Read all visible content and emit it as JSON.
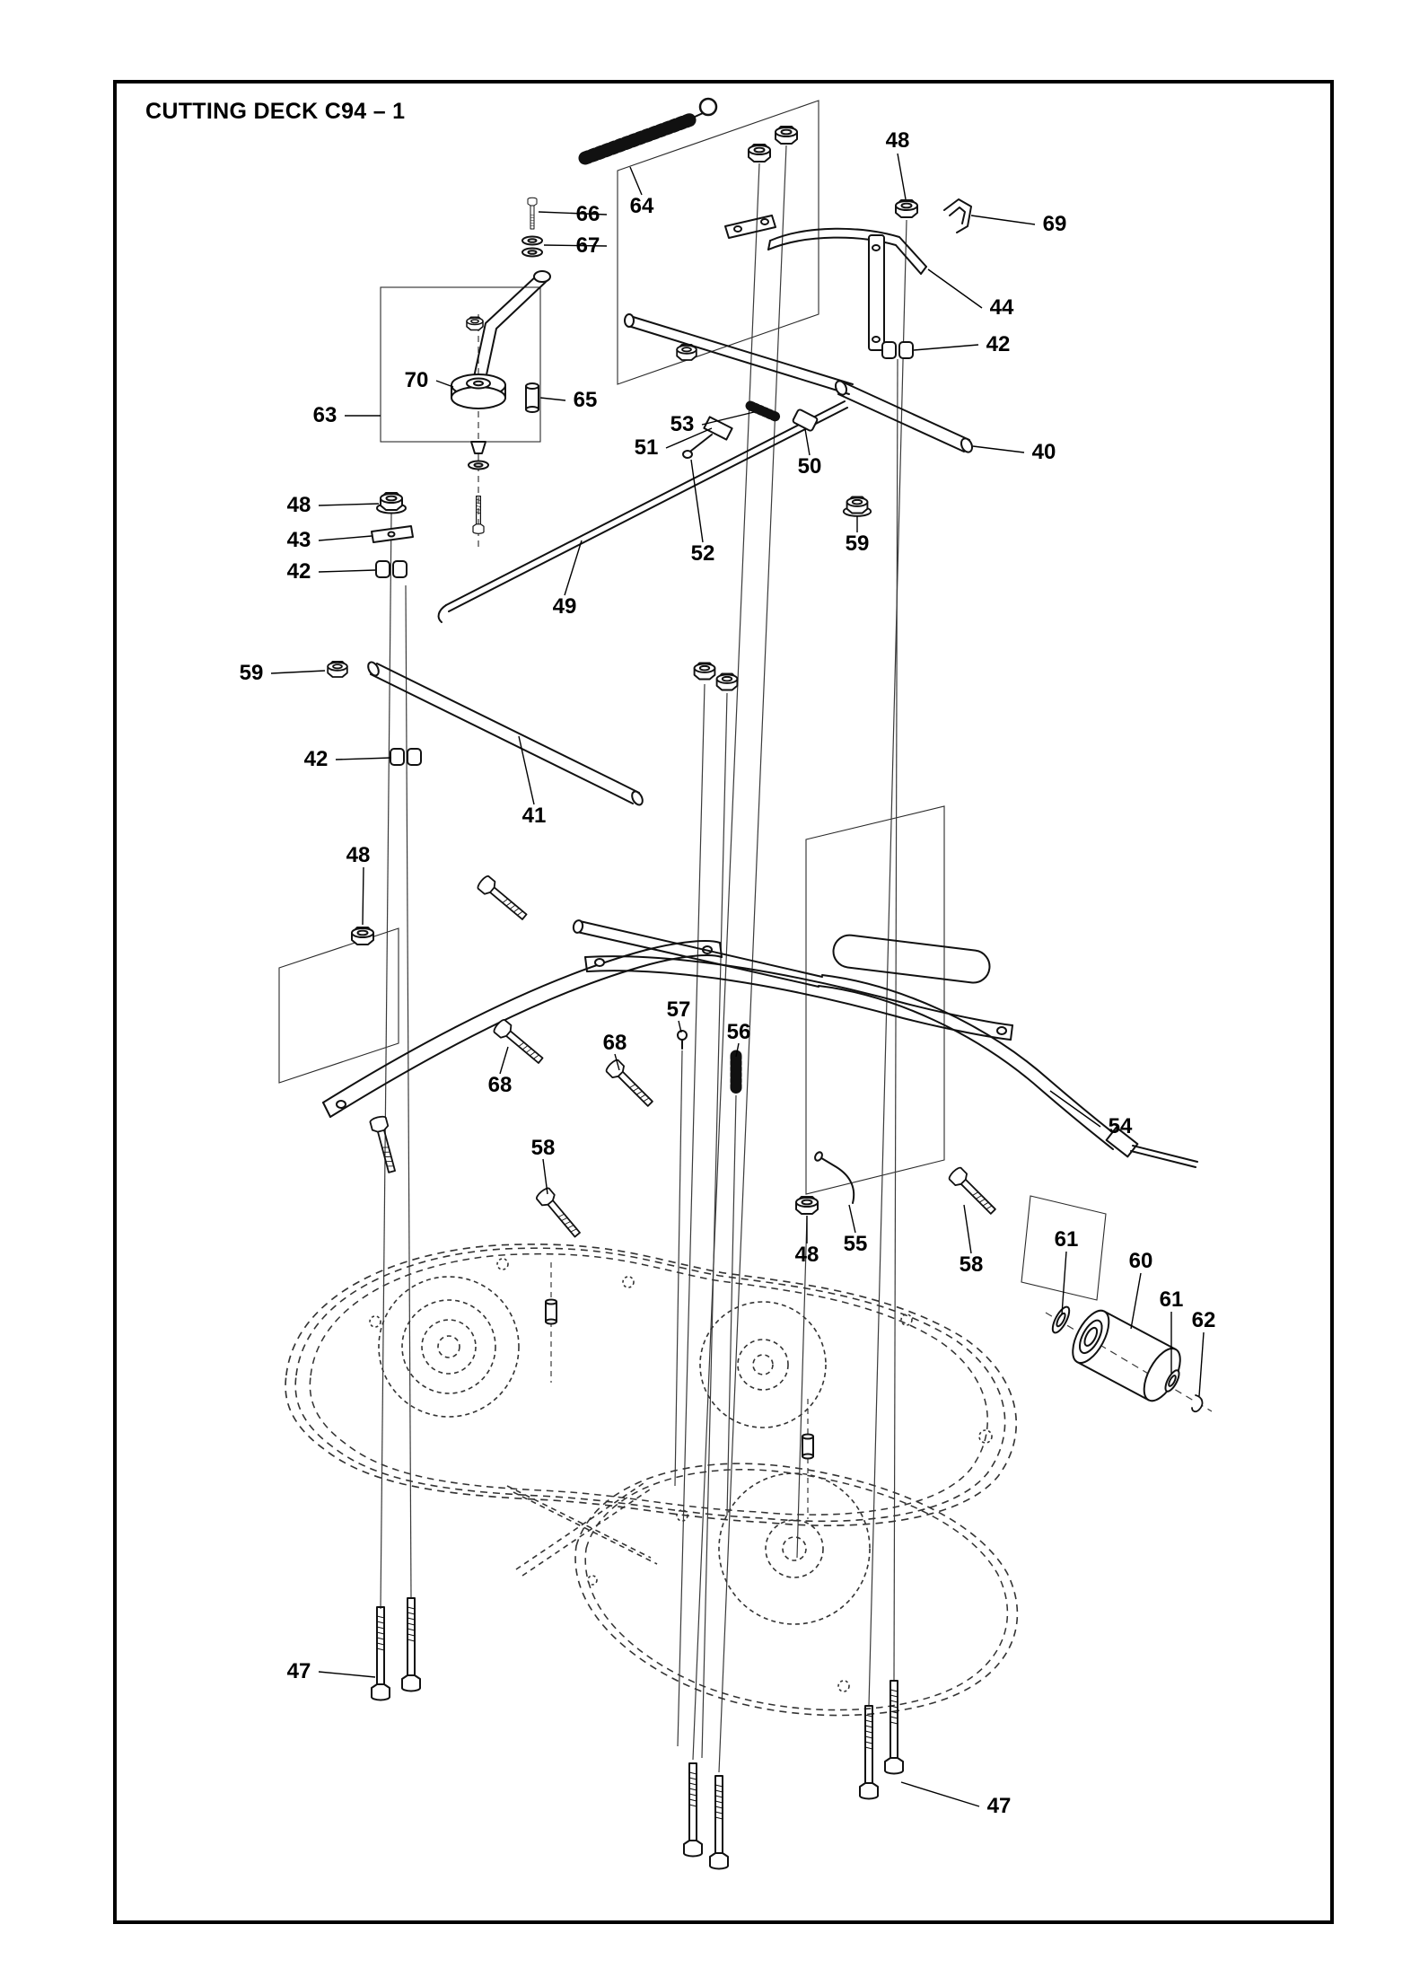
{
  "page": {
    "title": "CUTTING DECK C94 – 1"
  },
  "colors": {
    "ink": "#000000",
    "paper": "#ffffff"
  },
  "callouts": [
    {
      "label": "66"
    },
    {
      "label": "64"
    },
    {
      "label": "48"
    },
    {
      "label": "69"
    },
    {
      "label": "67"
    },
    {
      "label": "44"
    },
    {
      "label": "42"
    },
    {
      "label": "70"
    },
    {
      "label": "65"
    },
    {
      "label": "63"
    },
    {
      "label": "53"
    },
    {
      "label": "51"
    },
    {
      "label": "50"
    },
    {
      "label": "40"
    },
    {
      "label": "48"
    },
    {
      "label": "43"
    },
    {
      "label": "42"
    },
    {
      "label": "52"
    },
    {
      "label": "59"
    },
    {
      "label": "59"
    },
    {
      "label": "49"
    },
    {
      "label": "42"
    },
    {
      "label": "41"
    },
    {
      "label": "48"
    },
    {
      "label": "57"
    },
    {
      "label": "56"
    },
    {
      "label": "68"
    },
    {
      "label": "68"
    },
    {
      "label": "54"
    },
    {
      "label": "58"
    },
    {
      "label": "55"
    },
    {
      "label": "48"
    },
    {
      "label": "58"
    },
    {
      "label": "61"
    },
    {
      "label": "60"
    },
    {
      "label": "61"
    },
    {
      "label": "62"
    },
    {
      "label": "47"
    },
    {
      "label": "47"
    }
  ]
}
